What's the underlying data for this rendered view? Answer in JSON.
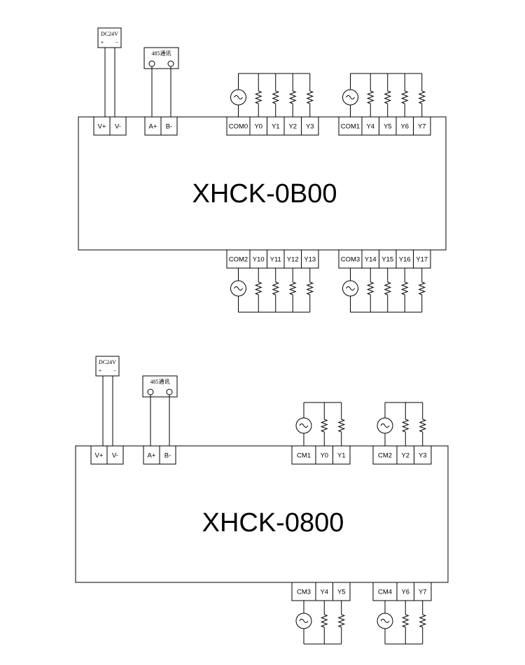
{
  "modules": [
    {
      "model": "XHCK-0B00",
      "power": {
        "label": "DC24V",
        "plus": "+",
        "minus": "−",
        "terminals": [
          "V+",
          "V-"
        ]
      },
      "comm": {
        "label": "485通讯",
        "terminals": [
          "A+",
          "B-"
        ]
      },
      "top_groups": [
        {
          "terminals": [
            "COM0",
            "Y0",
            "Y1",
            "Y2",
            "Y3"
          ]
        },
        {
          "terminals": [
            "COM1",
            "Y4",
            "Y5",
            "Y6",
            "Y7"
          ]
        }
      ],
      "bottom_groups": [
        {
          "terminals": [
            "COM2",
            "Y10",
            "Y11",
            "Y12",
            "Y13"
          ]
        },
        {
          "terminals": [
            "COM3",
            "Y14",
            "Y15",
            "Y16",
            "Y17"
          ]
        }
      ]
    },
    {
      "model": "XHCK-0800",
      "power": {
        "label": "DC24V",
        "plus": "+",
        "minus": "−",
        "terminals": [
          "V+",
          "V-"
        ]
      },
      "comm": {
        "label": "485通讯",
        "terminals": [
          "A+",
          "B-"
        ]
      },
      "top_groups": [
        {
          "terminals": [
            "CM1",
            "Y0",
            "Y1"
          ]
        },
        {
          "terminals": [
            "CM2",
            "Y2",
            "Y3"
          ]
        }
      ],
      "bottom_groups": [
        {
          "terminals": [
            "CM3",
            "Y4",
            "Y5"
          ]
        },
        {
          "terminals": [
            "CM4",
            "Y6",
            "Y7"
          ]
        }
      ]
    }
  ]
}
